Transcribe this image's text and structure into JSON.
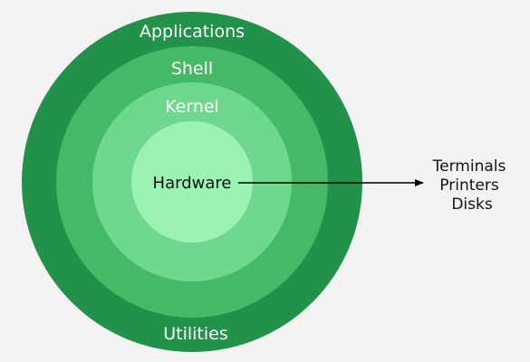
{
  "colors": {
    "background": "#f3f3f3",
    "ring_outer": "#22914a",
    "ring_shell": "#46b966",
    "ring_kernel": "#6fd88f",
    "core": "#9cf2b4",
    "ring_text": "#ffffff",
    "core_text": "#111111",
    "arrow": "#000000"
  },
  "layers": {
    "outer_top": "Applications",
    "outer_bottom": "Utilities",
    "shell": "Shell",
    "kernel": "Kernel",
    "core": "Hardware"
  },
  "devices": [
    "Terminals",
    "Printers",
    "Disks"
  ]
}
